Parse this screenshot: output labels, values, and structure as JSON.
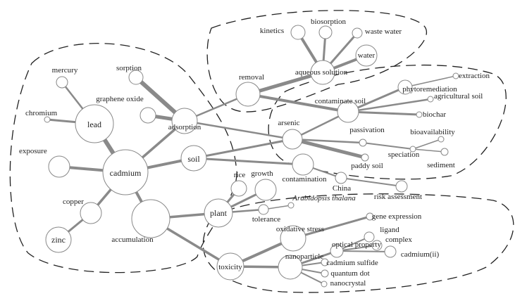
{
  "nodes": [
    {
      "id": "cadmium",
      "label": "cadmium"
    },
    {
      "id": "lead",
      "label": "lead"
    },
    {
      "id": "mercury",
      "label": "mercury"
    },
    {
      "id": "chromium",
      "label": "chromium"
    },
    {
      "id": "sorption",
      "label": "sorption"
    },
    {
      "id": "graphene-oxide",
      "label": "graphene oxide"
    },
    {
      "id": "adsorption",
      "label": "adsorption"
    },
    {
      "id": "exposure",
      "label": "exposure"
    },
    {
      "id": "copper",
      "label": "copper"
    },
    {
      "id": "zinc",
      "label": "zinc"
    },
    {
      "id": "accumulation",
      "label": "accumulation"
    },
    {
      "id": "soil",
      "label": "soil"
    },
    {
      "id": "removal",
      "label": "removal"
    },
    {
      "id": "aqueous-solution",
      "label": "aqueous solution"
    },
    {
      "id": "kinetics",
      "label": "kinetics"
    },
    {
      "id": "biosorption",
      "label": "biosorption"
    },
    {
      "id": "waste-water",
      "label": "waste water"
    },
    {
      "id": "water",
      "label": "water"
    },
    {
      "id": "contaminate-soil",
      "label": "contaminate soil"
    },
    {
      "id": "phytoremediation",
      "label": "phytoremediation"
    },
    {
      "id": "extraction",
      "label": "extraction"
    },
    {
      "id": "agricultural-soil",
      "label": "agricultural soil"
    },
    {
      "id": "biochar",
      "label": "biochar"
    },
    {
      "id": "arsenic",
      "label": "arsenic"
    },
    {
      "id": "passivation",
      "label": "passivation"
    },
    {
      "id": "bioavailability",
      "label": "bioavailability"
    },
    {
      "id": "speciation",
      "label": "speciation"
    },
    {
      "id": "sediment",
      "label": "sediment"
    },
    {
      "id": "paddy-soil",
      "label": "paddy soil"
    },
    {
      "id": "contamination",
      "label": "contamination"
    },
    {
      "id": "china",
      "label": "China"
    },
    {
      "id": "risk-assessment",
      "label": "risk assessment"
    },
    {
      "id": "rice",
      "label": "rice"
    },
    {
      "id": "growth",
      "label": "growth"
    },
    {
      "id": "plant",
      "label": "plant"
    },
    {
      "id": "tolerance",
      "label": "tolerance"
    },
    {
      "id": "arabidopsis-thalana",
      "label": "Arabidopsis  thalana"
    },
    {
      "id": "gene-expression",
      "label": "gene expression"
    },
    {
      "id": "oxidative-stress",
      "label": "oxidative stress"
    },
    {
      "id": "toxicity",
      "label": "toxicity"
    },
    {
      "id": "ligand",
      "label": "ligand"
    },
    {
      "id": "optical-property",
      "label": "optical property"
    },
    {
      "id": "complex",
      "label": "complex"
    },
    {
      "id": "cadmium-ii",
      "label": "cadmium(ii)"
    },
    {
      "id": "nanoparticle",
      "label": "nanoparticle"
    },
    {
      "id": "cadmium-sulfide",
      "label": "cadmium sulfide"
    },
    {
      "id": "quantum-dot",
      "label": "quantum dot"
    },
    {
      "id": "nanocrystal",
      "label": "nanocrystal"
    }
  ]
}
